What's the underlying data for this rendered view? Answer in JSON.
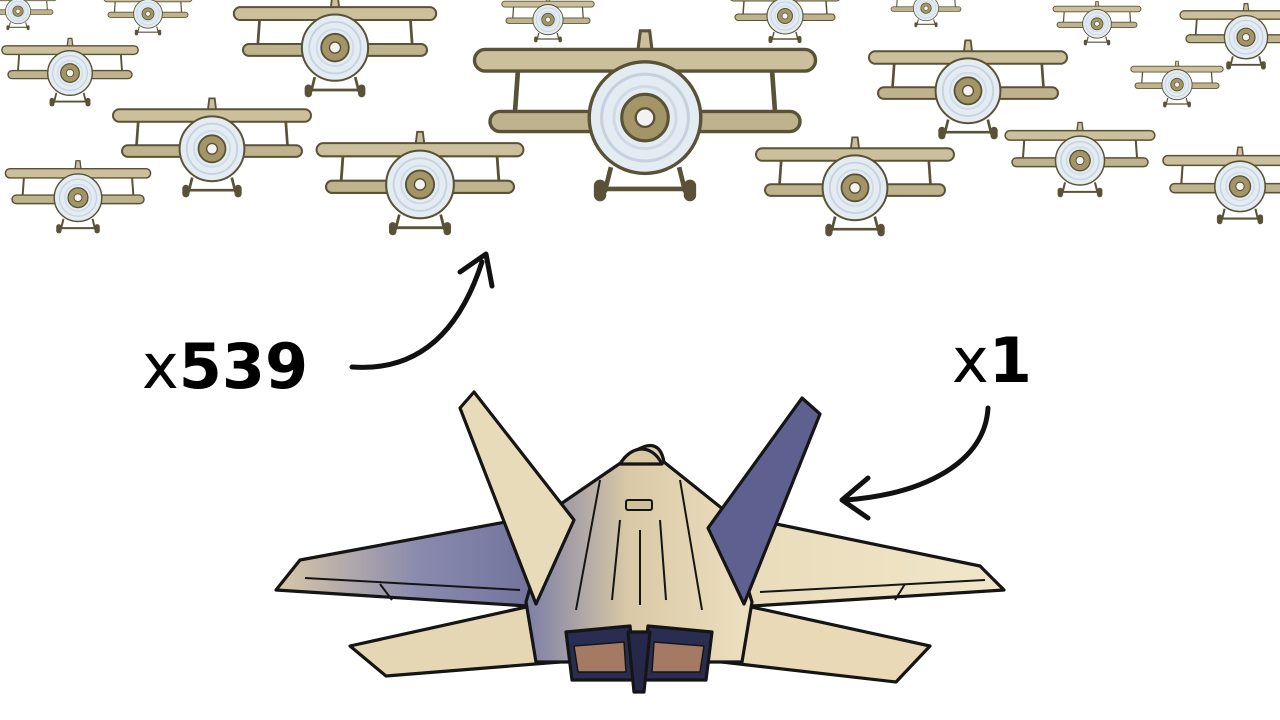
{
  "labels": {
    "biplanes": {
      "prefix": "x",
      "count": "539"
    },
    "jet": {
      "prefix": "x",
      "count": "1"
    }
  },
  "colors": {
    "biplane_wing": "#cbbf9c",
    "biplane_outline": "#5a5236",
    "prop_disc": "#dfe8f0",
    "prop_hub": "#a39565",
    "jet_body": "#e6d7b4",
    "jet_shadow": "#7c7ea6",
    "jet_dark": "#25284a",
    "ink": "#111111"
  },
  "icons": [
    "biplane-icon",
    "fighter-jet-icon",
    "curved-arrow-icon"
  ]
}
